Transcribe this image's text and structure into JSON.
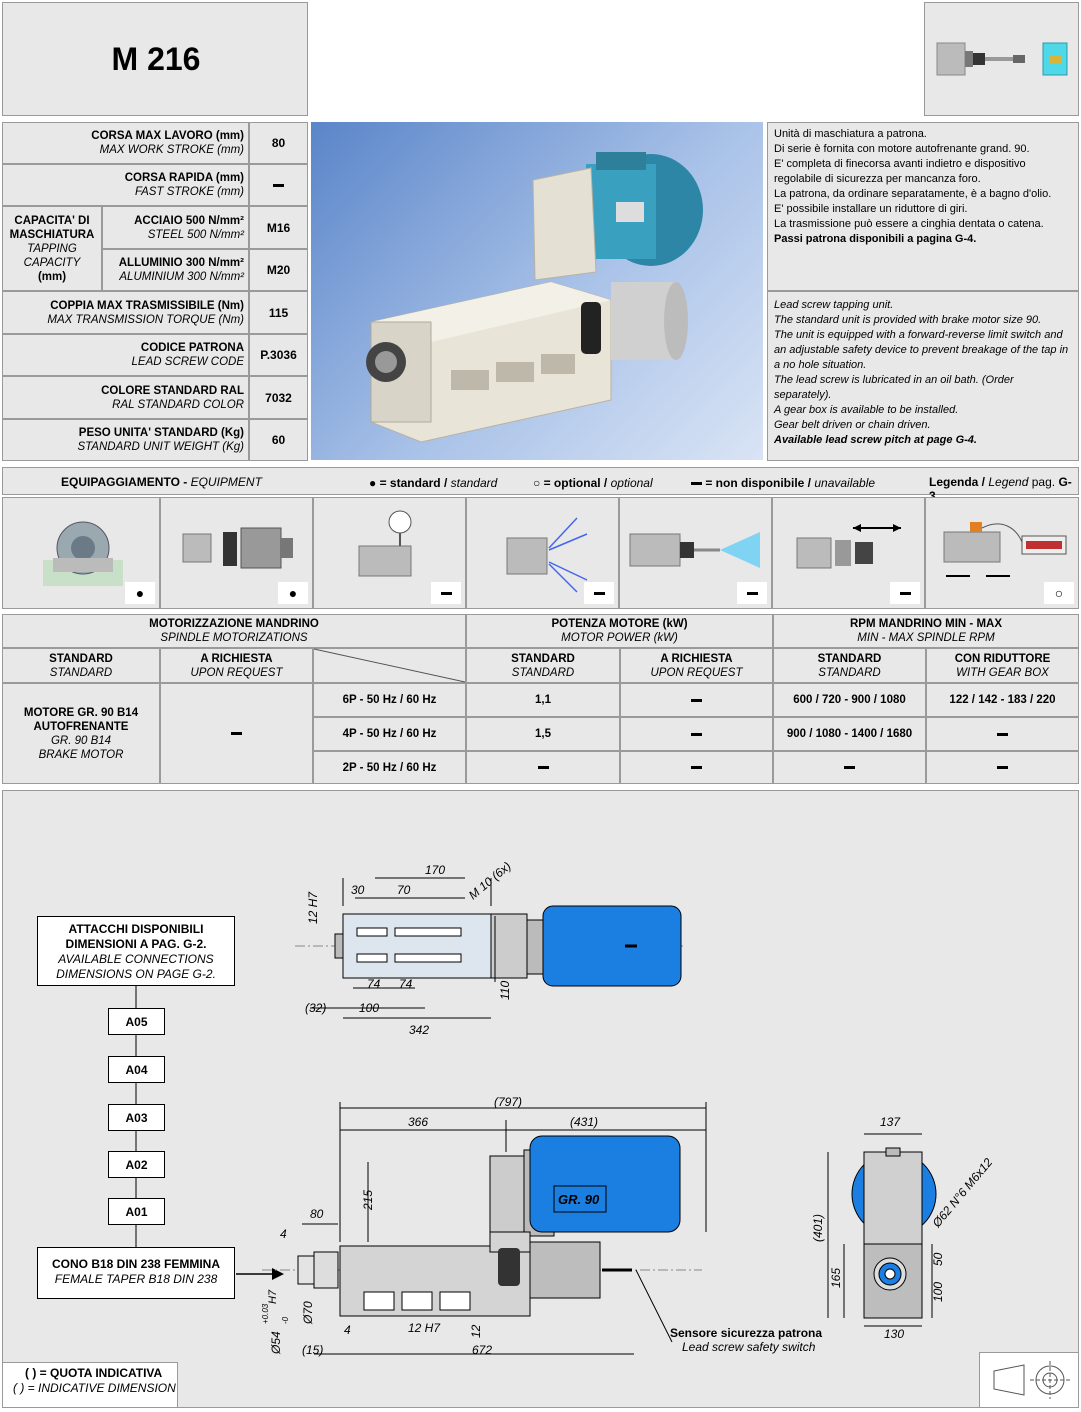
{
  "header": {
    "model": "M 216"
  },
  "specs": {
    "stroke_it": "CORSA MAX LAVORO (mm)",
    "stroke_en": "MAX WORK STROKE (mm)",
    "stroke_val": "80",
    "fast_it": "CORSA RAPIDA (mm)",
    "fast_en": "FAST STROKE (mm)",
    "cap_it": "CAPACITA' DI MASCHIATURA",
    "cap_en": "TAPPING CAPACITY",
    "cap_unit": "(mm)",
    "steel_it": "ACCIAIO 500 N/mm²",
    "steel_en": "STEEL 500 N/mm²",
    "steel_val": "M16",
    "alu_it": "ALLUMINIO 300 N/mm²",
    "alu_en": "ALUMINIUM 300 N/mm²",
    "alu_val": "M20",
    "torque_it": "COPPIA MAX TRASMISSIBILE (Nm)",
    "torque_en": "MAX TRANSMISSION TORQUE (Nm)",
    "torque_val": "115",
    "code_it": "CODICE PATRONA",
    "code_en": "LEAD SCREW CODE",
    "code_val": "P.3036",
    "color_it": "COLORE STANDARD RAL",
    "color_en": "RAL STANDARD COLOR",
    "color_val": "7032",
    "weight_it": "PESO UNITA' STANDARD (Kg)",
    "weight_en": "STANDARD UNIT WEIGHT (Kg)",
    "weight_val": "60"
  },
  "description": {
    "it_lines": [
      "Unità di maschiatura a patrona.",
      "Di serie è fornita con motore autofrenante grand. 90.",
      "E' completa di finecorsa avanti indietro e dispositivo regolabile di sicurezza per mancanza foro.",
      "La patrona, da ordinare separatamente, è a bagno d'olio.",
      "E' possibile installare un riduttore di giri.",
      "La trasmissione può essere a cinghia dentata o catena."
    ],
    "it_bold": "Passi patrona disponibili a pagina G-4.",
    "en_lines": [
      "Lead screw tapping unit.",
      "The standard unit is provided with brake motor size 90.",
      "The unit is equipped with a forward-reverse limit switch and an adjustable safety device to prevent breakage of the tap in a no hole situation.",
      "The lead screw is lubricated in an oil bath. (Order separately).",
      "A gear box is available to be installed.",
      "Gear belt driven or chain driven."
    ],
    "en_bold": "Available lead screw pitch at page G-4."
  },
  "equipment": {
    "title_it": "EQUIPAGGIAMENTO -",
    "title_en": "EQUIPMENT",
    "std_it": "= standard /",
    "std_en": "standard",
    "opt_it": "= optional /",
    "opt_en": "optional",
    "na_it": "= non disponibile /",
    "na_en": "unavailable",
    "legend_it": "Legenda /",
    "legend_en": "Legend",
    "legend_page": "pag.",
    "legend_ref": "G-3",
    "items": [
      "standard",
      "standard",
      "unavailable",
      "unavailable",
      "unavailable",
      "unavailable",
      "optional"
    ]
  },
  "motor_table": {
    "h1_it": "MOTORIZZAZIONE MANDRINO",
    "h1_en": "SPINDLE MOTORIZATIONS",
    "h2_it": "POTENZA MOTORE (kW)",
    "h2_en": "MOTOR POWER (kW)",
    "h3_it": "RPM MANDRINO MIN - MAX",
    "h3_en": "MIN - MAX SPINDLE RPM",
    "std_it": "STANDARD",
    "std_en": "STANDARD",
    "req_it": "A RICHIESTA",
    "req_en": "UPON REQUEST",
    "gear_it": "CON RIDUTTORE",
    "gear_en": "WITH GEAR BOX",
    "motor_it1": "MOTORE GR. 90 B14",
    "motor_it2": "AUTOFRENANTE",
    "motor_en1": "GR. 90 B14",
    "motor_en2": "BRAKE MOTOR",
    "rows": [
      {
        "poles": "6P - 50 Hz / 60 Hz",
        "kw": "1,1",
        "rpm": "600 / 720 - 900 / 1080",
        "gear": "122 / 142 - 183 / 220"
      },
      {
        "poles": "4P - 50 Hz / 60 Hz",
        "kw": "1,5",
        "rpm": "900 / 1080 - 1400 / 1680",
        "gear": ""
      },
      {
        "poles": "2P - 50 Hz / 60 Hz",
        "kw": "",
        "rpm": "",
        "gear": ""
      }
    ]
  },
  "drawing": {
    "attach_it1": "ATTACCHI DISPONIBILI",
    "attach_it2": "DIMENSIONI A PAG. G-2.",
    "attach_en1": "AVAILABLE CONNECTIONS",
    "attach_en2": "DIMENSIONS ON PAGE G-2.",
    "codes": [
      "A05",
      "A04",
      "A03",
      "A02",
      "A01"
    ],
    "cone_it": "CONO B18 DIN 238 FEMMINA",
    "cone_en": "FEMALE TAPER B18 DIN 238",
    "note_it": "( ) = QUOTA INDICATIVA",
    "note_en": "( ) = INDICATIVE DIMENSION",
    "sensor_it": "Sensore sicurezza patrona",
    "sensor_en": "Lead screw safety switch",
    "motor_label": "GR. 90",
    "dims_top": {
      "d170": "170",
      "d30": "30",
      "d70": "70",
      "m10": "M 10 (6x)",
      "h7": "12 H7",
      "d74a": "74",
      "d74b": "74",
      "d110": "110",
      "d32": "(32)",
      "d100": "100",
      "d342": "342"
    },
    "dims_side": {
      "d797": "(797)",
      "d366": "366",
      "d431": "(431)",
      "d215": "215",
      "d80": "80",
      "d4a": "4",
      "d4b": "4",
      "h7": "H7",
      "d54": "Ø54",
      "tol_up": "+0.03",
      "tol_dn": "-0",
      "d70": "Ø70",
      "d12h7": "12 H7",
      "d12": "12",
      "d15": "(15)",
      "d672": "672"
    },
    "dims_front": {
      "d137": "137",
      "d62": "Ø62 N°6 M6x12",
      "d401": "(401)",
      "d165": "165",
      "d50": "50",
      "d100": "100",
      "d130": "130"
    }
  }
}
